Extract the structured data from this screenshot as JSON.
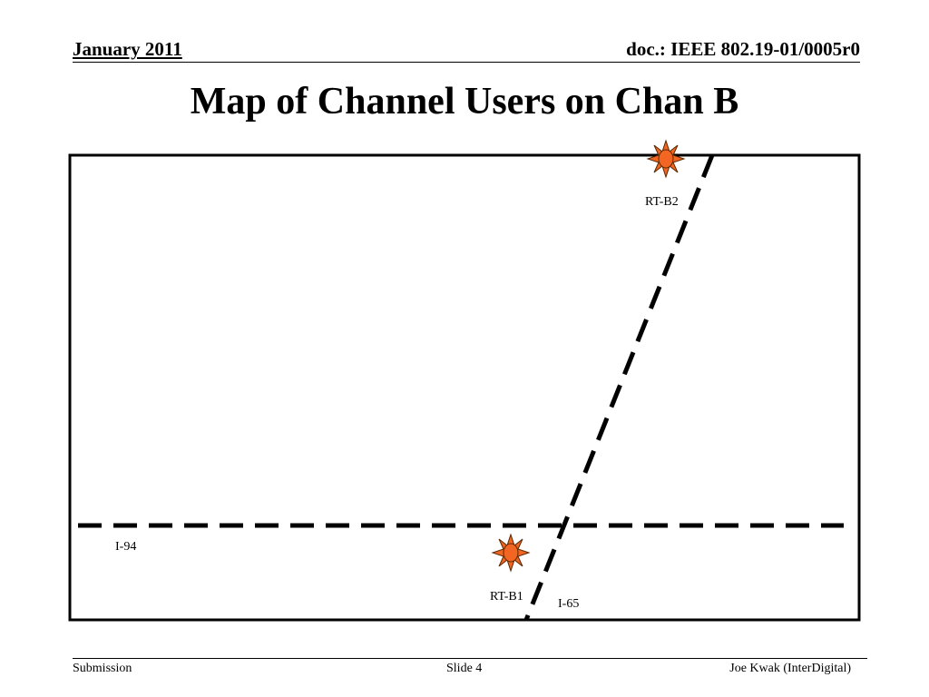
{
  "header": {
    "date": "January 2011",
    "doc_id": "doc.: IEEE 802.19-01/0005r0"
  },
  "title": "Map of Channel Users on Chan B",
  "map": {
    "roads": {
      "horizontal_label": "I-94",
      "diagonal_label": "I-65"
    },
    "users": [
      {
        "label": "RT-B2",
        "icon": "sun-burst-icon",
        "color": "#f26522"
      },
      {
        "label": "RT-B1",
        "icon": "sun-burst-icon",
        "color": "#f26522"
      }
    ]
  },
  "footer": {
    "left": "Submission",
    "center": "Slide 4",
    "right": "Joe Kwak  (InterDigital)"
  }
}
